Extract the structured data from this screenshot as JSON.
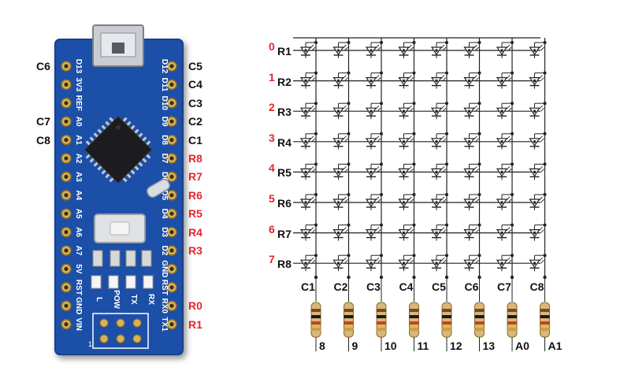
{
  "colors": {
    "board_blue": "#1f4fa8",
    "board_edge": "#173f8a",
    "pin_label_red": "#e1262f",
    "pin_label_black": "#111111",
    "wire": "#222222",
    "led_fill": "#ffffff",
    "resistor_body": "#d9b67a"
  },
  "board": {
    "left_silk": [
      "D13",
      "3V3",
      "REF",
      "A0",
      "A1",
      "A2",
      "A3",
      "A4",
      "A5",
      "A6",
      "A7",
      "5V",
      "RST",
      "GND",
      "VIN"
    ],
    "right_silk": [
      "D12",
      "D11",
      "D10",
      "D9",
      "D8",
      "D7",
      "D6",
      "D5",
      "D4",
      "D3",
      "D2",
      "GND",
      "RST",
      "RX0",
      "TX1"
    ],
    "led_labels": [
      "L",
      "POW",
      "TX",
      "RX"
    ],
    "corner_mark": "1",
    "left_annotations": [
      {
        "text": "C6",
        "pin": 0
      },
      {
        "text": "C7",
        "pin": 3
      },
      {
        "text": "C8",
        "pin": 4
      }
    ],
    "right_annotations": [
      {
        "text": "C5",
        "pin": 0,
        "color": "black"
      },
      {
        "text": "C4",
        "pin": 1,
        "color": "black"
      },
      {
        "text": "C3",
        "pin": 2,
        "color": "black"
      },
      {
        "text": "C2",
        "pin": 3,
        "color": "black"
      },
      {
        "text": "C1",
        "pin": 4,
        "color": "black"
      },
      {
        "text": "R8",
        "pin": 5,
        "color": "red"
      },
      {
        "text": "R7",
        "pin": 6,
        "color": "red"
      },
      {
        "text": "R6",
        "pin": 7,
        "color": "red"
      },
      {
        "text": "R5",
        "pin": 8,
        "color": "red"
      },
      {
        "text": "R4",
        "pin": 9,
        "color": "red"
      },
      {
        "text": "R3",
        "pin": 10,
        "color": "red"
      },
      {
        "text": "R0",
        "pin": 13,
        "color": "red"
      },
      {
        "text": "R1",
        "pin": 14,
        "color": "red"
      }
    ]
  },
  "matrix": {
    "row_indices": [
      "0",
      "1",
      "2",
      "3",
      "4",
      "5",
      "6",
      "7"
    ],
    "row_labels": [
      "R1",
      "R2",
      "R3",
      "R4",
      "R5",
      "R6",
      "R7",
      "R8"
    ],
    "col_labels": [
      "C1",
      "C2",
      "C3",
      "C4",
      "C5",
      "C6",
      "C7",
      "C8"
    ],
    "resistor_pins": [
      "8",
      "9",
      "10",
      "11",
      "12",
      "13",
      "A0",
      "A1"
    ]
  }
}
